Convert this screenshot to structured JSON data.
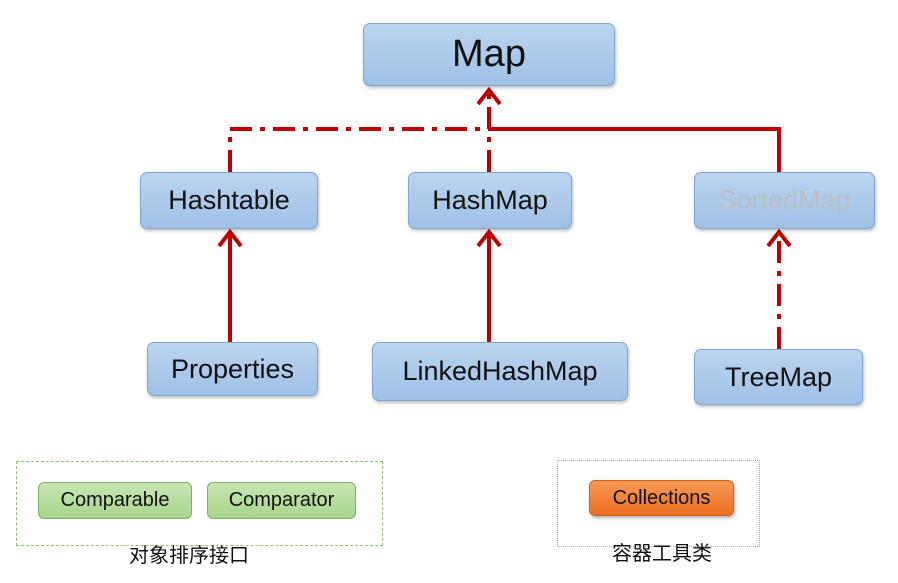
{
  "nodes": {
    "map": "Map",
    "hashtable": "Hashtable",
    "hashmap": "HashMap",
    "sortedmap": "SortedMap",
    "properties": "Properties",
    "linkedhashmap": "LinkedHashMap",
    "treemap": "TreeMap"
  },
  "interfaces_group": {
    "items": [
      "Comparable",
      "Comparator"
    ],
    "caption": "对象排序接口"
  },
  "utility_group": {
    "item": "Collections",
    "caption": "容器工具类"
  },
  "colors": {
    "connector": "#c00000",
    "node_fill": "#a9c8ea",
    "node_border": "#7ea6d3",
    "group_border": "#8dbf6e",
    "utility_fill": "#ee7a2e",
    "faded_text": "#b9bfc7"
  }
}
